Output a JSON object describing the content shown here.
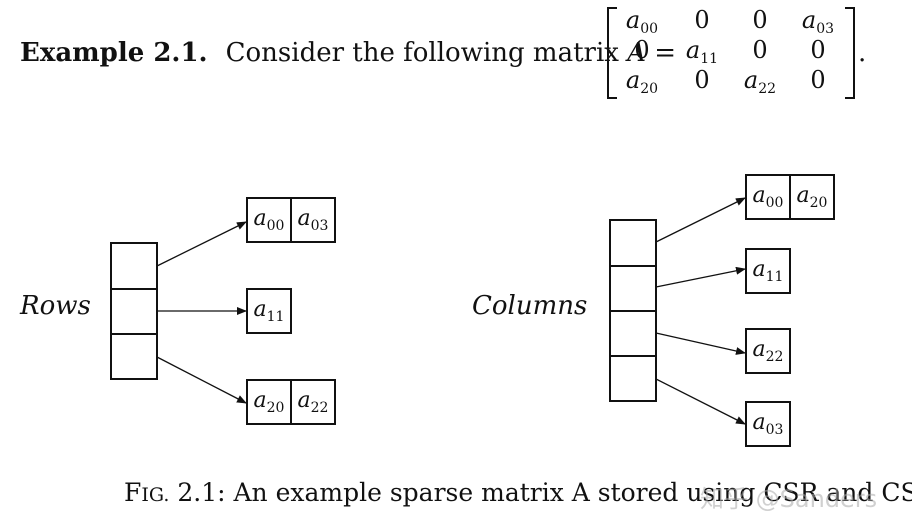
{
  "example": {
    "label": "Example 2.1.",
    "text": "Consider the following matrix",
    "symbol": "A",
    "equals": "=",
    "period": "."
  },
  "matrix": {
    "rows": [
      [
        {
          "base": "a",
          "sub": "00"
        },
        {
          "num": "0"
        },
        {
          "num": "0"
        },
        {
          "base": "a",
          "sub": "03"
        }
      ],
      [
        {
          "num": "0"
        },
        {
          "base": "a",
          "sub": "11"
        },
        {
          "num": "0"
        },
        {
          "num": "0"
        }
      ],
      [
        {
          "base": "a",
          "sub": "20"
        },
        {
          "num": "0"
        },
        {
          "base": "a",
          "sub": "22"
        },
        {
          "num": "0"
        }
      ]
    ]
  },
  "rows_diagram": {
    "label": "Rows",
    "entries": [
      [
        {
          "base": "a",
          "sub": "00"
        },
        {
          "base": "a",
          "sub": "03"
        }
      ],
      [
        {
          "base": "a",
          "sub": "11"
        }
      ],
      [
        {
          "base": "a",
          "sub": "20"
        },
        {
          "base": "a",
          "sub": "22"
        }
      ]
    ]
  },
  "columns_diagram": {
    "label": "Columns",
    "entries": [
      [
        {
          "base": "a",
          "sub": "00"
        },
        {
          "base": "a",
          "sub": "20"
        }
      ],
      [
        {
          "base": "a",
          "sub": "11"
        }
      ],
      [
        {
          "base": "a",
          "sub": "22"
        }
      ],
      [
        {
          "base": "a",
          "sub": "03"
        }
      ]
    ]
  },
  "caption": {
    "fig_prefix": "F",
    "fig_rest": "IG.",
    "number": "2.1:",
    "text": "An example sparse matrix A stored using CSR and CSC"
  },
  "watermark": "知乎 @Sanders"
}
